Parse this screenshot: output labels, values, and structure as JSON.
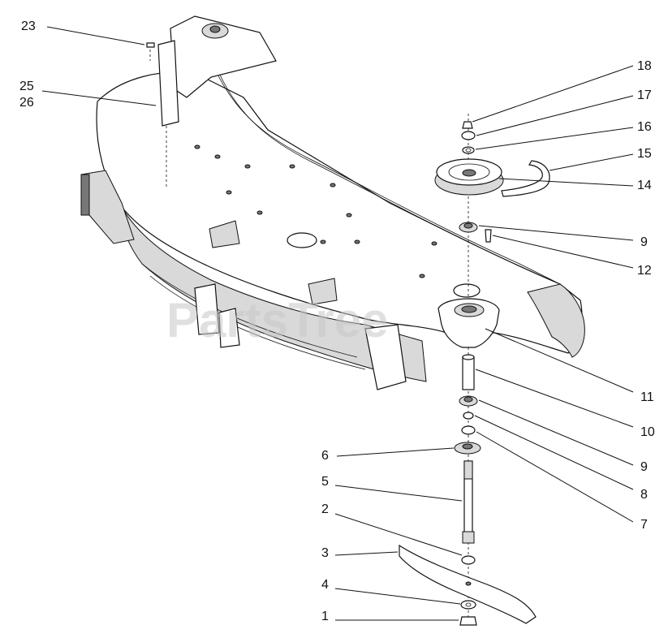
{
  "watermark": "PartsTree",
  "callouts": {
    "c23": "23",
    "c25": "25",
    "c26": "26",
    "c18": "18",
    "c17": "17",
    "c16": "16",
    "c15": "15",
    "c14": "14",
    "c9a": "9",
    "c12": "12",
    "c11": "11",
    "c10": "10",
    "c9b": "9",
    "c8": "8",
    "c7": "7",
    "c6": "6",
    "c5": "5",
    "c2": "2",
    "c3": "3",
    "c4": "4",
    "c1": "1"
  }
}
